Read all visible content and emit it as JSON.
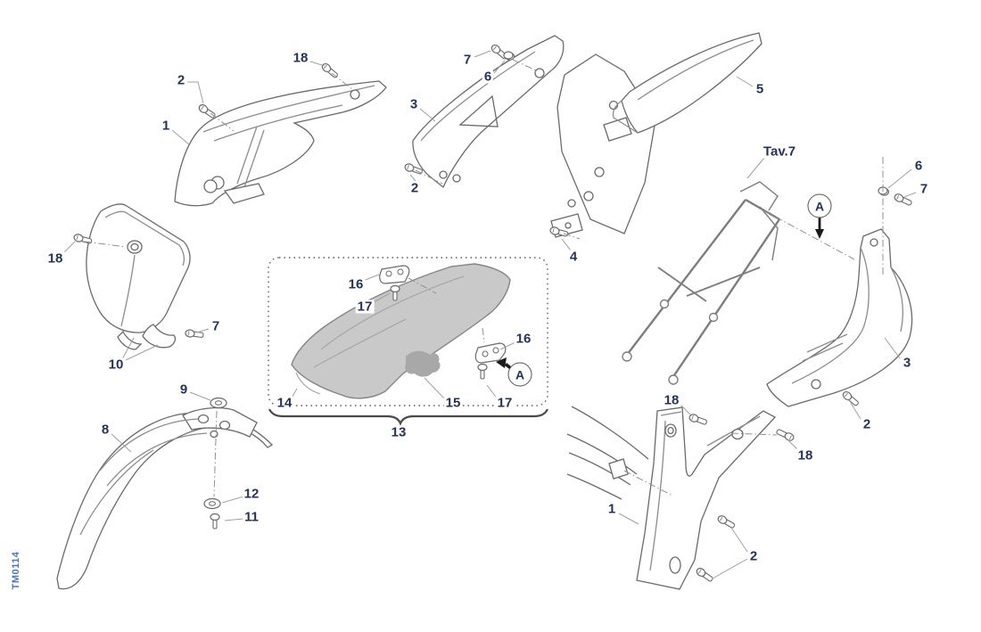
{
  "diagram": {
    "drawing_code": "TM0114",
    "reference_label": "Tav.7",
    "detail_view_label": "A",
    "accent_label_color": "#25335a",
    "drawing_code_color": "#4a72c4"
  },
  "callouts": [
    {
      "id": "screw-18-shroud",
      "text": "18"
    },
    {
      "id": "screw-2-shroud",
      "text": "2"
    },
    {
      "id": "part-1-shroud",
      "text": "1"
    },
    {
      "id": "screw-7-panel-top",
      "text": "7"
    },
    {
      "id": "nut-6-panel-top",
      "text": "6"
    },
    {
      "id": "part-3-panel-top",
      "text": "3"
    },
    {
      "id": "screw-2-panel-top",
      "text": "2"
    },
    {
      "id": "part-5-rear-fender",
      "text": "5"
    },
    {
      "id": "ref-tav7",
      "text": "Tav.7"
    },
    {
      "id": "screw-4-bracket",
      "text": "4"
    },
    {
      "id": "nut-6-panel-right",
      "text": "6"
    },
    {
      "id": "screw-7-panel-right",
      "text": "7"
    },
    {
      "id": "part-3-panel-right",
      "text": "3"
    },
    {
      "id": "screw-2-panel-right",
      "text": "2"
    },
    {
      "id": "screw-18-plate",
      "text": "18"
    },
    {
      "id": "screw-7-plate",
      "text": "7"
    },
    {
      "id": "part-10-plate",
      "text": "10"
    },
    {
      "id": "washer-9-fender",
      "text": "9"
    },
    {
      "id": "part-8-front-fender",
      "text": "8"
    },
    {
      "id": "washer-12-fender",
      "text": "12"
    },
    {
      "id": "bolt-11-fender",
      "text": "11"
    },
    {
      "id": "bracket-16-seat-left",
      "text": "16"
    },
    {
      "id": "screw-17-seat-left",
      "text": "17"
    },
    {
      "id": "bracket-16-seat-right",
      "text": "16"
    },
    {
      "id": "sticker-15-seat",
      "text": "15"
    },
    {
      "id": "screw-17-seat-right",
      "text": "17"
    },
    {
      "id": "part-14-seat",
      "text": "14"
    },
    {
      "id": "assembly-13-group",
      "text": "13"
    },
    {
      "id": "screw-18-vbracket-left",
      "text": "18"
    },
    {
      "id": "screw-18-vbracket-right",
      "text": "18"
    },
    {
      "id": "part-1-vbracket",
      "text": "1"
    },
    {
      "id": "screw-2-vbracket",
      "text": "2"
    }
  ]
}
